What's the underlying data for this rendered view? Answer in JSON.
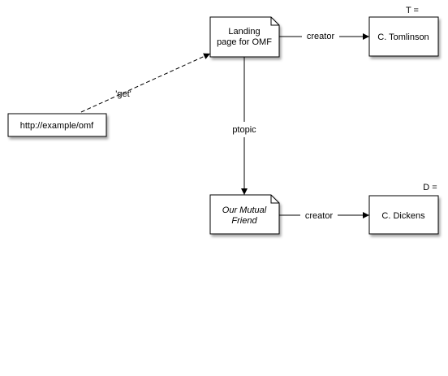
{
  "nodes": {
    "landing_page": {
      "lines": [
        "Landing",
        "page for OMF"
      ]
    },
    "url": {
      "label": "http://example/omf"
    },
    "tomlinson": {
      "label": "C. Tomlinson",
      "tag": "T ="
    },
    "our_mutual_friend": {
      "lines": [
        "Our Mutual",
        "Friend"
      ]
    },
    "dickens": {
      "label": "C. Dickens",
      "tag": "D ="
    }
  },
  "edges": {
    "get": {
      "label": "'get'"
    },
    "creator_top": {
      "label": "creator"
    },
    "ptopic": {
      "label": "ptopic"
    },
    "creator_bottom": {
      "label": "creator"
    }
  }
}
